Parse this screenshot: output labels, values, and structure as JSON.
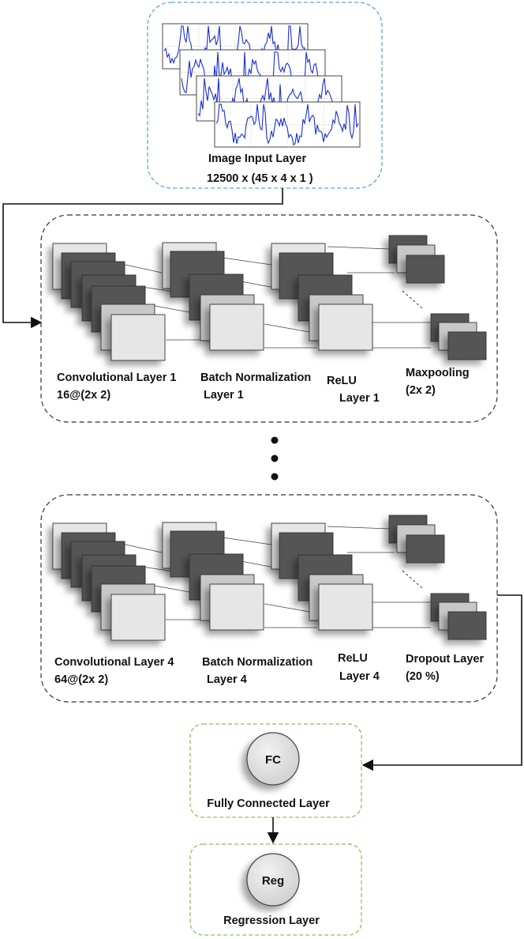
{
  "input_layer": {
    "title": "Image Input Layer",
    "size": "12500 x (45 x 4 x 1 )",
    "border_color": "#5fa8d3",
    "signal_color": "#1a2fd6"
  },
  "block1": {
    "conv_label": "Convolutional Layer 1",
    "conv_filters": "16@(2x 2)",
    "bn_label": "Batch Normalization",
    "bn_sub": "Layer 1",
    "relu_label": "ReLU",
    "relu_sub": "Layer 1",
    "pool_label": "Maxpooling",
    "pool_sub": "(2x 2)"
  },
  "ellipsis_dots": 3,
  "block4": {
    "conv_label": "Convolutional Layer  4",
    "conv_filters": "64@(2x 2)",
    "bn_label": "Batch Normalization",
    "bn_sub": "Layer 4",
    "relu_label": "ReLU",
    "relu_sub": "Layer 4",
    "drop_label": "Dropout Layer",
    "drop_sub": "(20 %)"
  },
  "fc_layer": {
    "node": "FC",
    "label": "Fully Connected Layer",
    "border_color": "#8cc45a"
  },
  "reg_layer": {
    "node": "Reg",
    "label": "Regression Layer",
    "border_color": "#8cc45a"
  },
  "colors": {
    "dark_square": "#555555",
    "mid_square": "#c8c8c8",
    "light_square": "#e6e6e6",
    "block_border": "#333333"
  }
}
